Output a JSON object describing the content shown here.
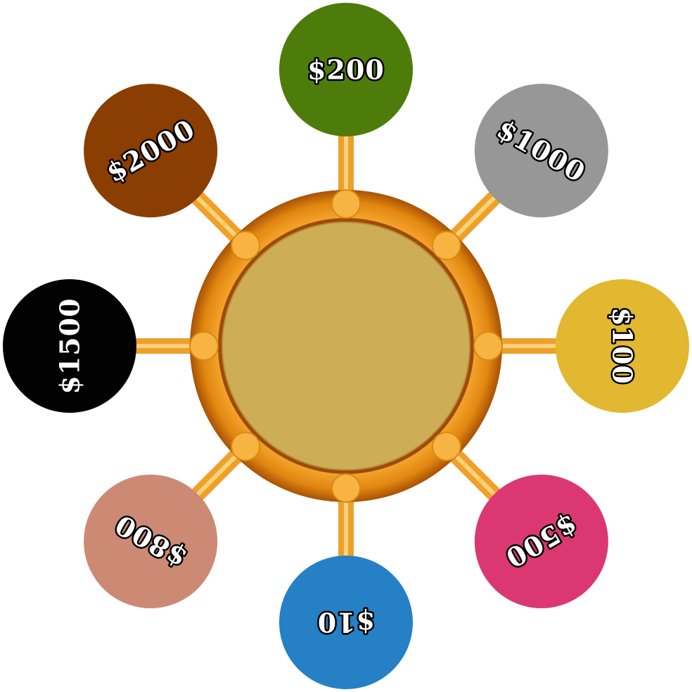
{
  "wheel": {
    "hub_color": "#cdae56",
    "ring_color": "#e8920e",
    "spoke_color": "#eea02a",
    "knob_color": "#f7b443",
    "prizes": [
      {
        "label": "$200",
        "color": "#4e7c0a"
      },
      {
        "label": "$1000",
        "color": "#979797"
      },
      {
        "label": "$100",
        "color": "#e1b830"
      },
      {
        "label": "$500",
        "color": "#db3871"
      },
      {
        "label": "$10",
        "color": "#2580c5"
      },
      {
        "label": "$800",
        "color": "#cc8a74"
      },
      {
        "label": "$1500",
        "color": "#020202"
      },
      {
        "label": "$2000",
        "color": "#8a3e02"
      }
    ]
  }
}
